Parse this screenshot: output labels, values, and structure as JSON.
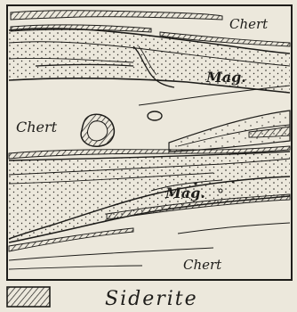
{
  "figure": {
    "background": "#ece8dc",
    "ink": "#1e1d1a",
    "labels": {
      "chert_top": "Chert",
      "mag_upper": "Mag.",
      "chert_left": "Chert",
      "mag_lower": "Mag.",
      "chert_bottom": "Chert"
    },
    "legend": {
      "swatch_icon": "hatched-siderite-swatch",
      "label": "Siderite"
    }
  }
}
